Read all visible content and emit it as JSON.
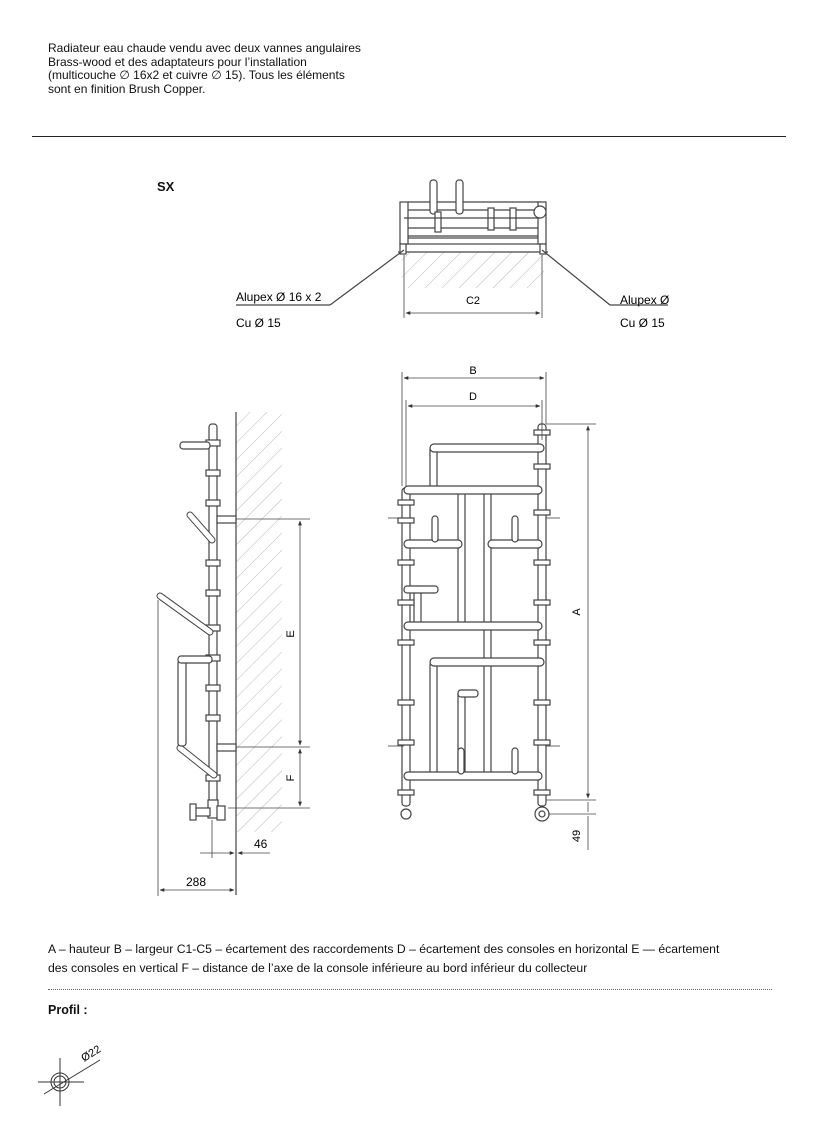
{
  "intro_lines": [
    "Radiateur eau chaude vendu avec deux vannes angulaires",
    "Brass-wood et des adaptateurs pour l’installation",
    "(multicouche ∅ 16x2 et cuivre ∅ 15). Tous les éléments",
    "sont en finition Brush Copper."
  ],
  "section_label": "SX",
  "top_view": {
    "left_label_1": "Alupex Ø 16 x 2",
    "left_label_2": "Cu Ø 15",
    "right_label_1": "Alupex Ø",
    "right_label_2": "Cu Ø 15",
    "dim_c2": "C2"
  },
  "front_view": {
    "dim_b": "B",
    "dim_d": "D",
    "dim_a": "A",
    "dim_49": "49"
  },
  "side_view": {
    "dim_e": "E",
    "dim_f": "F",
    "dim_46": "46",
    "dim_288": "288"
  },
  "legend_lines": [
    "A – hauteur    B – largeur    C1-C5 – écartement des raccordements    D – écartement des consoles en horizontal    E — écartement",
    "des consoles en vertical    F –  distance de l’axe de la console inférieure au bord inférieur du collecteur"
  ],
  "profil_label": "Profil :",
  "profile": {
    "diameter_label": "Ø22"
  }
}
